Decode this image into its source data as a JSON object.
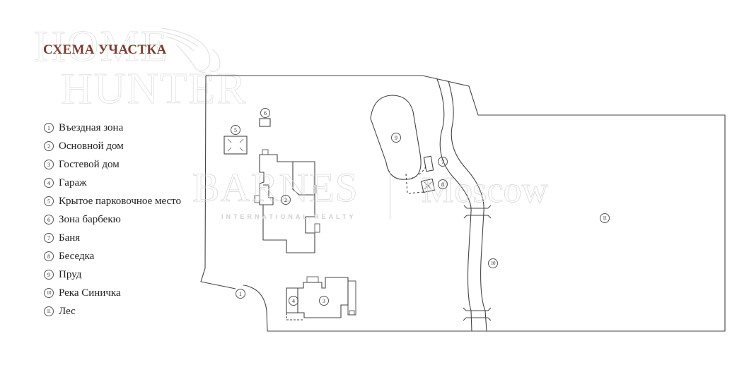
{
  "title": "СХЕМА УЧАСТКА",
  "watermarks": {
    "home": "HOME",
    "hunter": "HUNTER",
    "barnes": "BARNES",
    "barnes_sub": "INTERNATIONAL REALTY",
    "moscow": "Moscow"
  },
  "legend": [
    {
      "num": "1",
      "label": "Въездная зона"
    },
    {
      "num": "2",
      "label": "Основной дом"
    },
    {
      "num": "3",
      "label": "Гостевой дом"
    },
    {
      "num": "4",
      "label": "Гараж"
    },
    {
      "num": "5",
      "label": "Крытое парковочное место"
    },
    {
      "num": "6",
      "label": "Зона барбекю"
    },
    {
      "num": "7",
      "label": "Баня"
    },
    {
      "num": "8",
      "label": "Беседка"
    },
    {
      "num": "9",
      "label": "Пруд"
    },
    {
      "num": "10",
      "label": "Река Синичка"
    },
    {
      "num": "11",
      "label": "Лес"
    }
  ],
  "map_labels": {
    "entry": "1",
    "main_house": "2",
    "guest_house": "3",
    "garage": "4",
    "carport": "5",
    "bbq": "6",
    "sauna": "7",
    "gazebo": "8",
    "pond": "9",
    "river": "10",
    "forest": "11"
  },
  "colors": {
    "title": "#7a3e2f",
    "lines": "#444444",
    "watermark": "#d4d4d4"
  }
}
